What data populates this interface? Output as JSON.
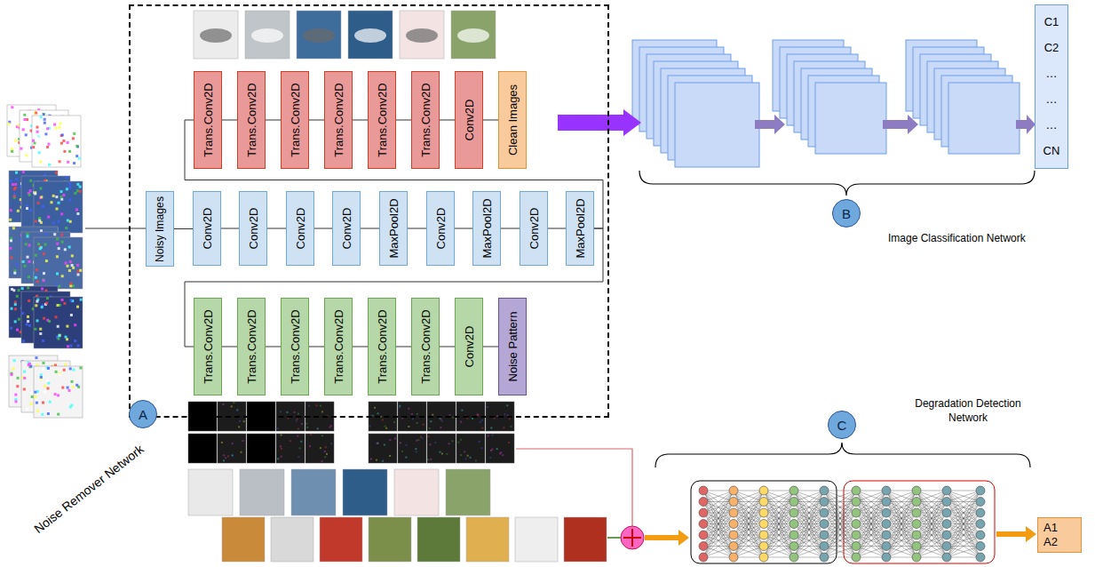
{
  "diagram": {
    "nodes": [
      {
        "text": [
          "Noise Remover Network"
        ]
      },
      {
        "text": [
          "Trans.Conv2D"
        ],
        "in": 0
      },
      {
        "text": [
          "Trans.Conv2D"
        ],
        "in": 0
      },
      {
        "text": [
          "Trans.Conv2D"
        ],
        "in": 0
      },
      {
        "text": [
          "Trans.Conv2D"
        ],
        "in": 0
      },
      {
        "text": [
          "Trans.Conv2D"
        ],
        "in": 0
      },
      {
        "text": [
          "Trans.Conv2D"
        ],
        "in": 0
      },
      {
        "text": [
          "Conv2D"
        ],
        "in": 0
      },
      {
        "text": [
          "Clean Images"
        ],
        "in": 0
      },
      {
        "text": [
          "Noisy Images"
        ],
        "in": 0
      },
      {
        "text": [
          "Conv2D"
        ],
        "in": 0
      },
      {
        "text": [
          "Conv2D"
        ],
        "in": 0
      },
      {
        "text": [
          "Conv2D"
        ],
        "in": 0
      },
      {
        "text": [
          "Conv2D"
        ],
        "in": 0
      },
      {
        "text": [
          "MaxPool2D"
        ],
        "in": 0
      },
      {
        "text": [
          "Conv2D"
        ],
        "in": 0
      },
      {
        "text": [
          "MaxPool2D"
        ],
        "in": 0
      },
      {
        "text": [
          "Conv2D"
        ],
        "in": 0
      },
      {
        "text": [
          "MaxPool2D"
        ],
        "in": 0
      },
      {
        "text": [
          "Trans.Conv2D"
        ],
        "in": 0
      },
      {
        "text": [
          "Trans.Conv2D"
        ],
        "in": 0
      },
      {
        "text": [
          "Trans.Conv2D"
        ],
        "in": 0
      },
      {
        "text": [
          "Trans.Conv2D"
        ],
        "in": 0
      },
      {
        "text": [
          "Trans.Conv2D"
        ],
        "in": 0
      },
      {
        "text": [
          "Trans.Conv2D"
        ],
        "in": 0
      },
      {
        "text": [
          "Conv2D"
        ],
        "in": 0
      },
      {
        "text": [
          "Noise Pattern"
        ],
        "in": 0
      },
      {
        "text": [
          "A"
        ]
      },
      {
        "text": [
          "B"
        ]
      },
      {
        "text": [
          "C1",
          "C2",
          "…",
          "…",
          "…",
          "CN"
        ]
      },
      {
        "text": [
          "C"
        ]
      },
      {
        "text": [
          "A1",
          "A2"
        ]
      }
    ],
    "edges": [
      {
        "from": 9,
        "to": 10,
        "arrow": "none"
      },
      {
        "from": 10,
        "to": 11,
        "arrow": "none"
      },
      {
        "from": 11,
        "to": 12,
        "arrow": "none"
      },
      {
        "from": 12,
        "to": 13,
        "arrow": "none"
      },
      {
        "from": 13,
        "to": 14,
        "arrow": "none"
      },
      {
        "from": 14,
        "to": 15,
        "arrow": "none"
      },
      {
        "from": 15,
        "to": 16,
        "arrow": "none"
      },
      {
        "from": 16,
        "to": 17,
        "arrow": "none"
      },
      {
        "from": 17,
        "to": 18,
        "arrow": "none"
      },
      {
        "from": 18,
        "to": 1,
        "arrow": "none"
      },
      {
        "from": 1,
        "to": 2,
        "arrow": "none"
      },
      {
        "from": 2,
        "to": 3,
        "arrow": "none"
      },
      {
        "from": 3,
        "to": 4,
        "arrow": "none"
      },
      {
        "from": 4,
        "to": 5,
        "arrow": "none"
      },
      {
        "from": 5,
        "to": 6,
        "arrow": "none"
      },
      {
        "from": 6,
        "to": 7,
        "arrow": "none"
      },
      {
        "from": 7,
        "to": 8,
        "arrow": "none"
      },
      {
        "from": 18,
        "to": 19,
        "arrow": "none"
      },
      {
        "from": 19,
        "to": 20,
        "arrow": "none"
      },
      {
        "from": 20,
        "to": 21,
        "arrow": "none"
      },
      {
        "from": 21,
        "to": 22,
        "arrow": "none"
      },
      {
        "from": 22,
        "to": 23,
        "arrow": "none"
      },
      {
        "from": 23,
        "to": 24,
        "arrow": "none"
      },
      {
        "from": 24,
        "to": 25,
        "arrow": "none"
      },
      {
        "from": 25,
        "to": 26,
        "arrow": "none"
      }
    ],
    "labels": [
      "Image Classification Network",
      "Degradation Detection Network"
    ]
  }
}
